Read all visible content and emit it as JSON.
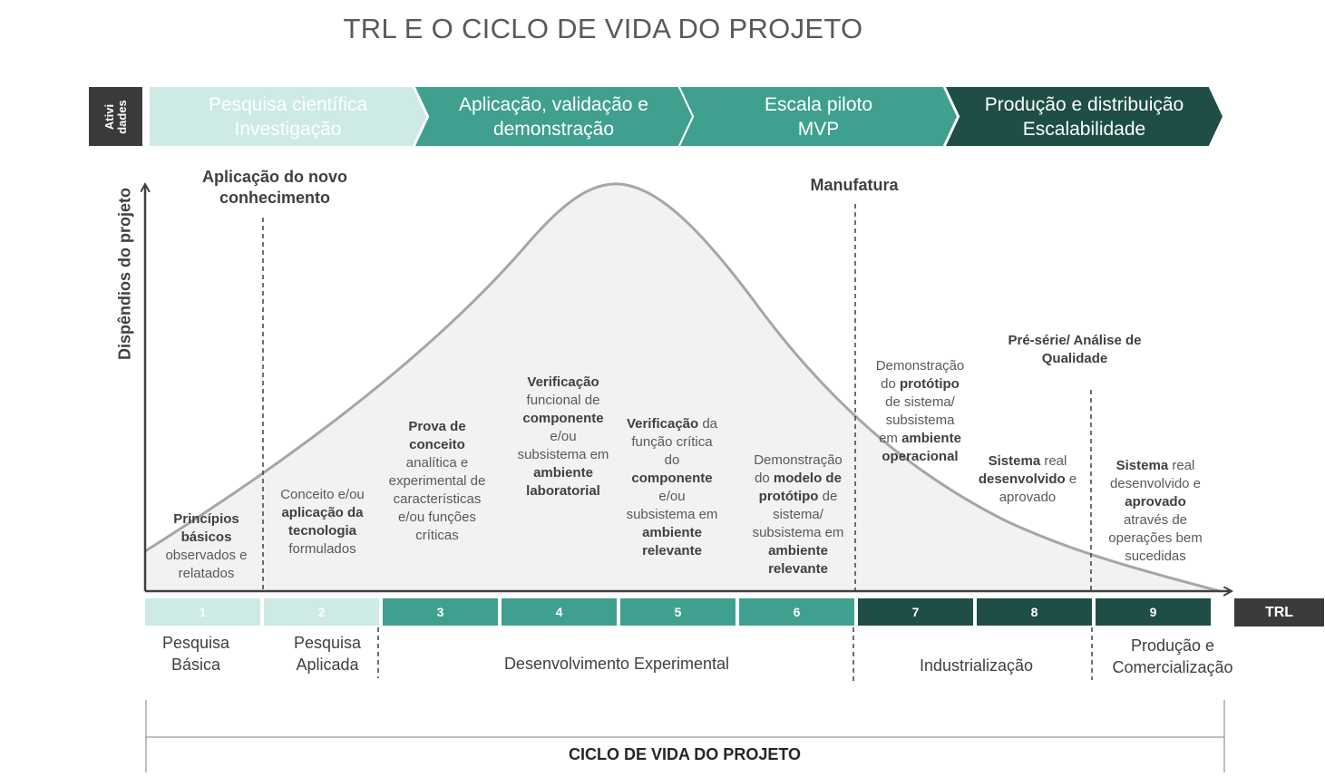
{
  "title": "TRL E O CICLO DE VIDA DO PROJETO",
  "activities_tag": {
    "line1": "Ativi",
    "line2": "dades"
  },
  "phases": [
    "Pesquisa científica\nInvestigação",
    "Aplicação, validação e\ndemonstração",
    "Escala piloto\nMVP",
    "Produção e distribuição\nEscalabilidade"
  ],
  "y_axis_label": "Dispêndios do projeto",
  "boundary_labels": {
    "aplicacao": [
      "Aplicação do novo",
      "conhecimento"
    ],
    "manufatura": "Manufatura",
    "preserie": [
      "Pré-série/ Análise de",
      "Qualidade"
    ]
  },
  "stages": {
    "s1": {
      "b1": "Princípios",
      "b2": "básicos",
      "t1": "observados e",
      "t2": "relatados"
    },
    "s2": {
      "t1": "Conceito e/ou",
      "b1": "aplicação da",
      "b2": "tecnologia",
      "t2": "formulados"
    },
    "s3": {
      "b1": "Prova de",
      "b2": "conceito",
      "t1": "analítica e",
      "t2": "experimental de",
      "t3": "características",
      "t4": "e/ou funções",
      "t5": "críticas"
    },
    "s4": {
      "b1": "Verificação",
      "t1": "funcional de",
      "b2": "componente",
      "t2": "e/ou",
      "t3": "subsistema em",
      "b3": "ambiente",
      "b4": "laboratorial"
    },
    "s5": {
      "b1": "Verificação",
      "t1": " da",
      "t2": "função crítica",
      "t3": "do",
      "b2": "componente",
      "t4": "e/ou",
      "t5": "subsistema em",
      "b3": "ambiente",
      "b4": "relevante"
    },
    "s6": {
      "t1": "Demonstração",
      "t2": "do ",
      "b1": "modelo de",
      "b2": "protótipo",
      "t3": " de",
      "t4": "sistema/",
      "t5": "subsistema em",
      "b3": "ambiente",
      "b4": "relevante"
    },
    "s7": {
      "t1": "Demonstração",
      "t2": "do ",
      "b1": "protótipo",
      "t3": "de sistema/",
      "t4": "subsistema",
      "t5": "em ",
      "b2": "ambiente",
      "b3": "operacional"
    },
    "s8": {
      "b1": "Sistema",
      "t1": " real",
      "b2": "desenvolvido",
      "t2": " e",
      "t3": "aprovado"
    },
    "s9": {
      "b1": "Sistema",
      "t1": " real",
      "t2": "desenvolvido e",
      "b2": "aprovado",
      "t3": "através de",
      "t4": "operações  bem",
      "t5": "sucedidas"
    }
  },
  "trl_levels": [
    "1",
    "2",
    "3",
    "4",
    "5",
    "6",
    "7",
    "8",
    "9"
  ],
  "trl_tag": "TRL",
  "categories": {
    "c1": [
      "Pesquisa",
      "Básica"
    ],
    "c2": [
      "Pesquisa",
      "Aplicada"
    ],
    "c3": "Desenvolvimento Experimental",
    "c4": "Industrialização",
    "c5": [
      "Produção e",
      "Comercialização"
    ]
  },
  "footer": "CICLO DE VIDA DO PROJETO",
  "colors": {
    "light_teal": "#cdeae5",
    "mid_teal": "#3fa08f",
    "dark_teal": "#1e4e45",
    "dark_gray": "#3a3a3a",
    "curve_fill": "#f2f2f2",
    "curve_stroke": "#a6a6a6"
  }
}
